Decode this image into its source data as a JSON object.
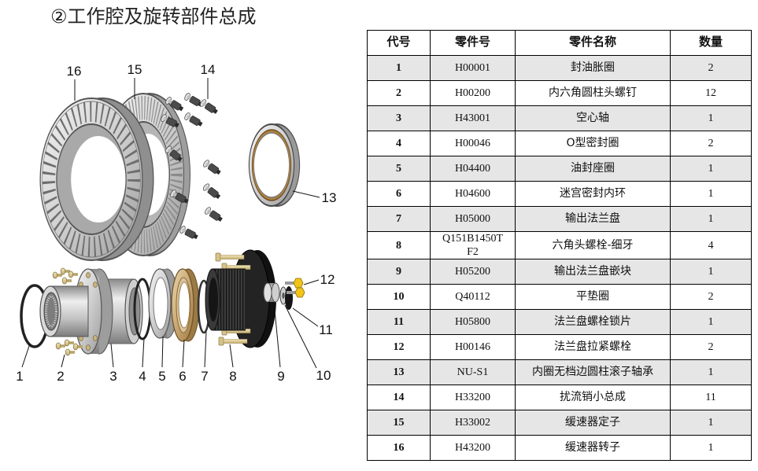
{
  "page": {
    "title": "②工作腔及旋转部件总成"
  },
  "diagram": {
    "callouts": [
      "1",
      "2",
      "3",
      "4",
      "5",
      "6",
      "7",
      "8",
      "9",
      "10",
      "11",
      "12",
      "13",
      "14",
      "15",
      "16"
    ]
  },
  "parts_table": {
    "headers": {
      "code": "代号",
      "part_no": "零件号",
      "name": "零件名称",
      "qty": "数量"
    },
    "rows": [
      {
        "code": "1",
        "part_no": "H00001",
        "name": "封油胀圈",
        "qty": "2"
      },
      {
        "code": "2",
        "part_no": "H00200",
        "name": "内六角圆柱头螺钉",
        "qty": "12"
      },
      {
        "code": "3",
        "part_no": "H43001",
        "name": "空心轴",
        "qty": "1"
      },
      {
        "code": "4",
        "part_no": "H00046",
        "name": "O型密封圈",
        "qty": "2"
      },
      {
        "code": "5",
        "part_no": "H04400",
        "name": "油封座圈",
        "qty": "1"
      },
      {
        "code": "6",
        "part_no": "H04600",
        "name": "迷宫密封内环",
        "qty": "1"
      },
      {
        "code": "7",
        "part_no": "H05000",
        "name": "输出法兰盘",
        "qty": "1"
      },
      {
        "code": "8",
        "part_no": "Q151B1450TF2",
        "name": "六角头螺栓-细牙",
        "qty": "4"
      },
      {
        "code": "9",
        "part_no": "H05200",
        "name": "输出法兰盘嵌块",
        "qty": "1"
      },
      {
        "code": "10",
        "part_no": "Q40112",
        "name": "平垫圈",
        "qty": "2"
      },
      {
        "code": "11",
        "part_no": "H05800",
        "name": "法兰盘螺栓锁片",
        "qty": "1"
      },
      {
        "code": "12",
        "part_no": "H00146",
        "name": "法兰盘拉紧螺栓",
        "qty": "2"
      },
      {
        "code": "13",
        "part_no": "NU-S1",
        "name": "内圈无档边圆柱滚子轴承",
        "qty": "1"
      },
      {
        "code": "14",
        "part_no": "H33200",
        "name": "扰流销小总成",
        "qty": "11"
      },
      {
        "code": "15",
        "part_no": "H33002",
        "name": "缓速器定子",
        "qty": "1"
      },
      {
        "code": "16",
        "part_no": "H43200",
        "name": "缓速器转子",
        "qty": "1"
      }
    ]
  },
  "colors": {
    "row_stripe": "#e6e6e6",
    "grid_line": "#000000",
    "bolt_yellow": "#f0c419",
    "bronze": "#b0823f"
  }
}
